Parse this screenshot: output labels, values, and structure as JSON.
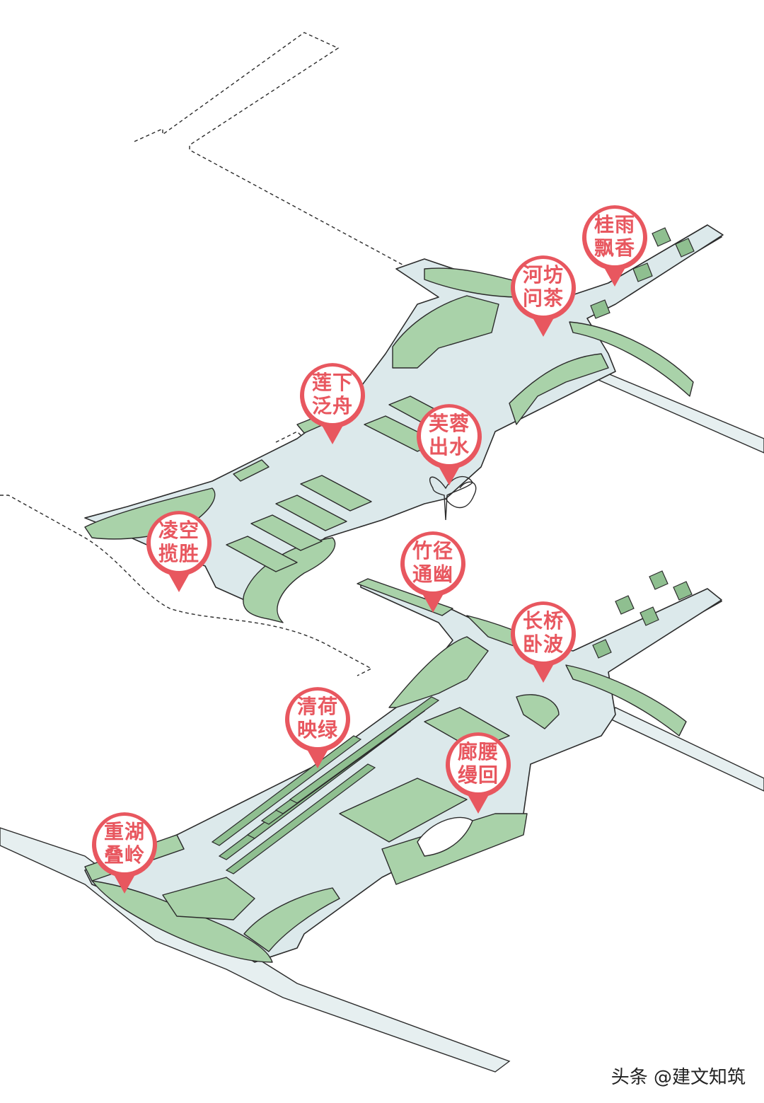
{
  "colors": {
    "pin_fill": "#e8575f",
    "pin_inner": "#ffffff",
    "green": "#a9d2a9",
    "plaza": "#dbe8ea",
    "outline": "#2b2b2b"
  },
  "labels": [
    {
      "id": "guiyu",
      "line1": "桂雨",
      "line2": "飘香"
    },
    {
      "id": "hefang",
      "line1": "河坊",
      "line2": "问茶"
    },
    {
      "id": "lianxia",
      "line1": "莲下",
      "line2": "泛舟"
    },
    {
      "id": "furong",
      "line1": "芙蓉",
      "line2": "出水"
    },
    {
      "id": "lingkong",
      "line1": "凌空",
      "line2": "揽胜"
    },
    {
      "id": "zhujing",
      "line1": "竹径",
      "line2": "通幽"
    },
    {
      "id": "changqiao",
      "line1": "长桥",
      "line2": "卧波"
    },
    {
      "id": "qinghe",
      "line1": "清荷",
      "line2": "映绿"
    },
    {
      "id": "langyao",
      "line1": "廊腰",
      "line2": "缦回"
    },
    {
      "id": "chonghu",
      "line1": "重湖",
      "line2": "叠岭"
    }
  ],
  "watermark": "头条 @建文知筑"
}
